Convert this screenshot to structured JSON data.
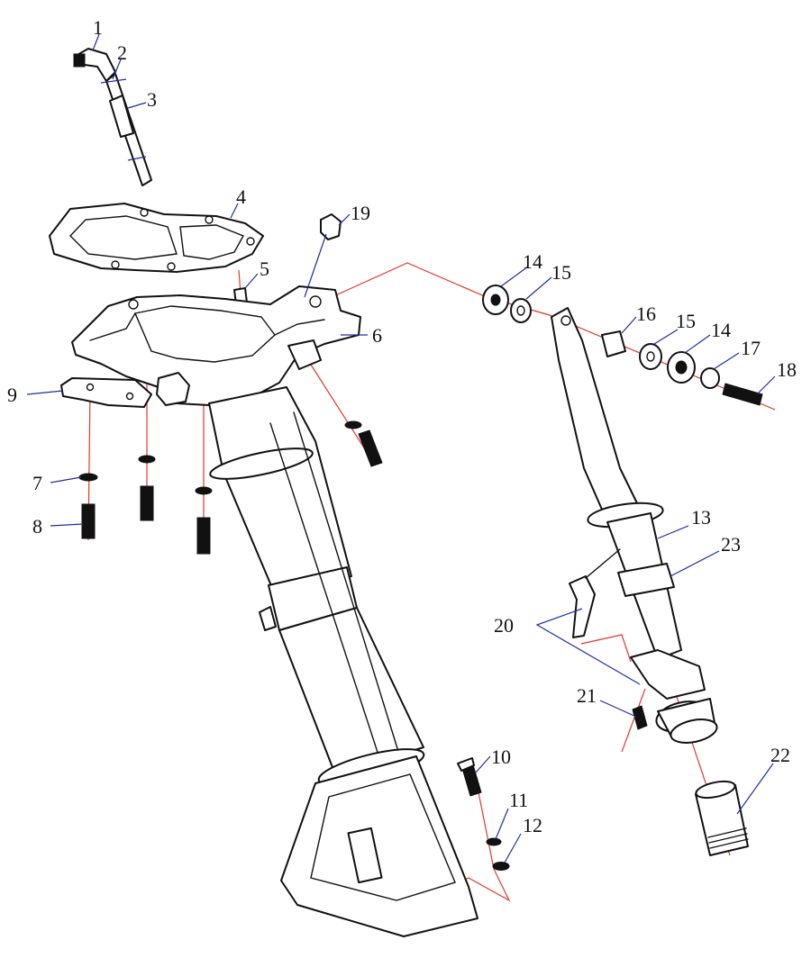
{
  "colors": {
    "part_outline": "#111111",
    "center_line": "#e03a2a",
    "leader_line": "#1f2ea0",
    "background": "#ffffff"
  },
  "callouts": [
    {
      "id": "p1",
      "label": "1"
    },
    {
      "id": "p2",
      "label": "2"
    },
    {
      "id": "p3",
      "label": "3"
    },
    {
      "id": "p4",
      "label": "4"
    },
    {
      "id": "p5",
      "label": "5"
    },
    {
      "id": "p6",
      "label": "6"
    },
    {
      "id": "p7",
      "label": "7"
    },
    {
      "id": "p8",
      "label": "8"
    },
    {
      "id": "p9",
      "label": "9"
    },
    {
      "id": "p10",
      "label": "10"
    },
    {
      "id": "p11",
      "label": "11"
    },
    {
      "id": "p12",
      "label": "12"
    },
    {
      "id": "p13",
      "label": "13"
    },
    {
      "id": "p14a",
      "label": "14"
    },
    {
      "id": "p14b",
      "label": "14"
    },
    {
      "id": "p15a",
      "label": "15"
    },
    {
      "id": "p15b",
      "label": "15"
    },
    {
      "id": "p16",
      "label": "16"
    },
    {
      "id": "p17",
      "label": "17"
    },
    {
      "id": "p18",
      "label": "18"
    },
    {
      "id": "p19",
      "label": "19"
    },
    {
      "id": "p20",
      "label": "20"
    },
    {
      "id": "p21",
      "label": "21"
    },
    {
      "id": "p22",
      "label": "22"
    },
    {
      "id": "p23",
      "label": "23"
    }
  ]
}
